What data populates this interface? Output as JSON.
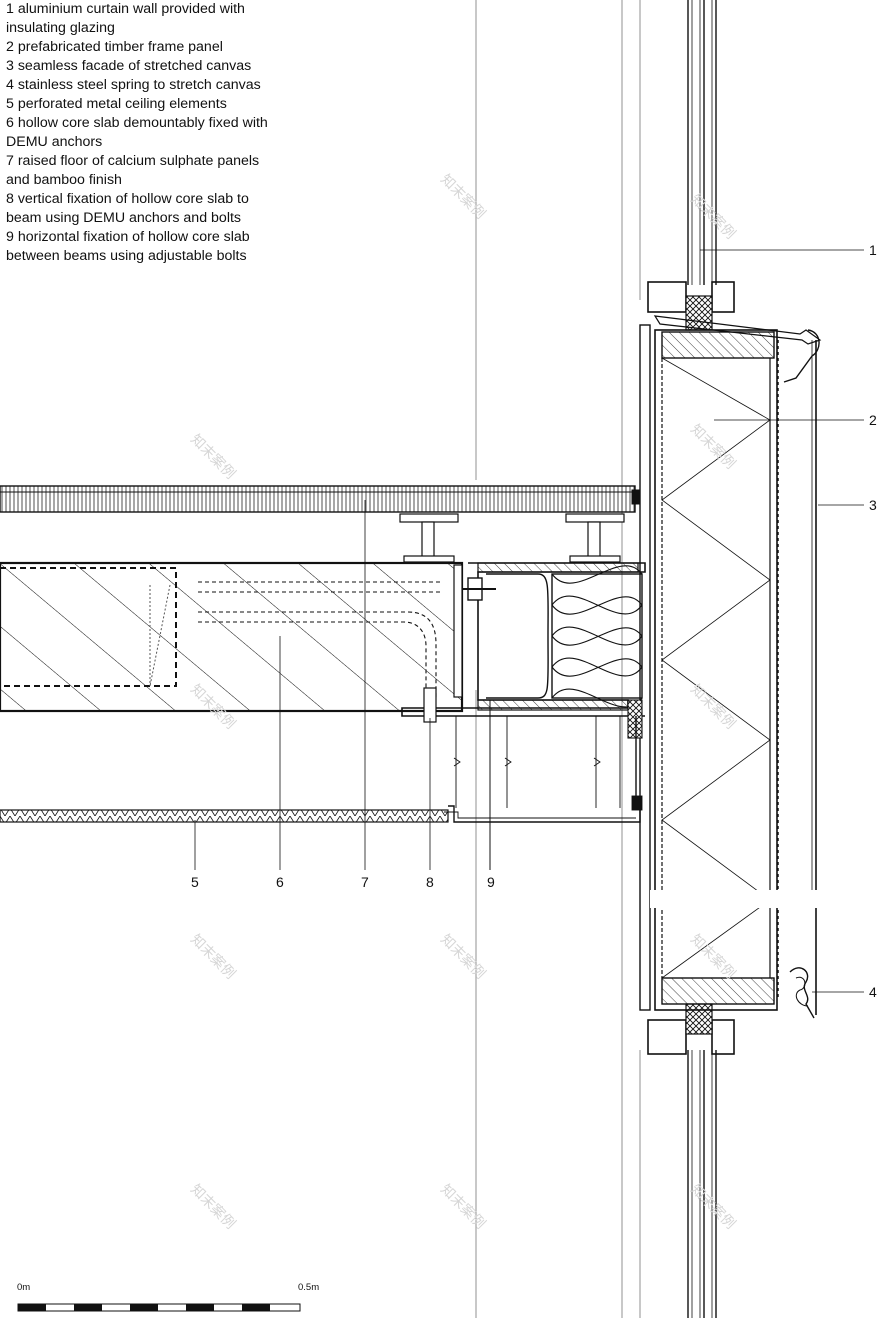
{
  "legend": [
    "1 aluminium curtain wall provided with insulating glazing",
    "2 prefabricated timber frame panel",
    "3 seamless facade of stretched canvas",
    "4 stainless steel spring to stretch canvas",
    "5 perforated metal ceiling elements",
    "6 hollow core slab demountably fixed with DEMU anchors",
    "7 raised floor of calcium sulphate panels and bamboo finish",
    "8 vertical fixation of hollow core slab to beam using DEMU anchors and bolts",
    "9 horizontal fixation of hollow core slab between beams using adjustable bolts"
  ],
  "callouts": {
    "c1": "1",
    "c2": "2",
    "c3": "3",
    "c4": "4",
    "c5": "5",
    "c6": "6",
    "c7": "7",
    "c8": "8",
    "c9": "9"
  },
  "scale_bar": {
    "start_label": "0m",
    "end_label": "0.5m"
  },
  "watermark": "知末案例",
  "colors": {
    "line": "#111111",
    "grid": "#888888",
    "fill": "#ffffff"
  }
}
